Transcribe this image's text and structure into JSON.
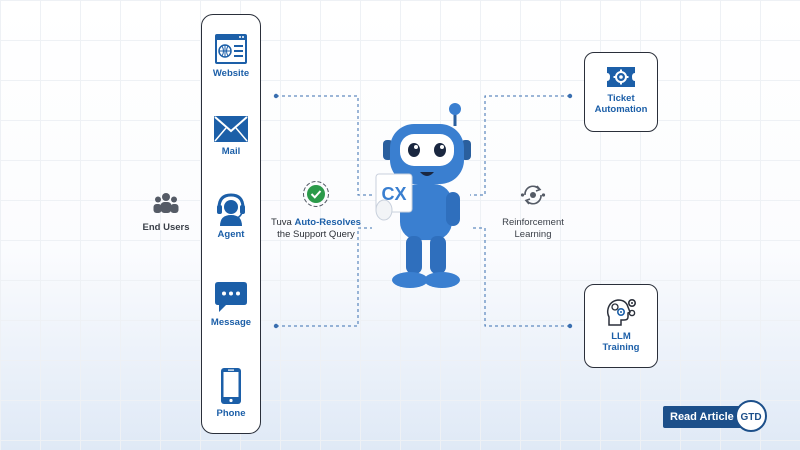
{
  "channels": [
    {
      "label": "Website",
      "icon": "website-icon"
    },
    {
      "label": "Mail",
      "icon": "mail-icon"
    },
    {
      "label": "Agent",
      "icon": "agent-icon"
    },
    {
      "label": "Message",
      "icon": "message-icon"
    },
    {
      "label": "Phone",
      "icon": "phone-icon"
    }
  ],
  "end_users": {
    "label": "End Users",
    "icon": "users-icon"
  },
  "center": {
    "line1_prefix": "Tuva ",
    "line1_highlight": "Auto-Resolves",
    "line2": "the Support Query",
    "robot_badge": "CX"
  },
  "reinforcement": {
    "line1": "Reinforcement",
    "line2": "Learning"
  },
  "outputs": [
    {
      "line1": "Ticket",
      "line2": "Automation",
      "icon": "ticket-gear-icon"
    },
    {
      "line1": "LLM",
      "line2": "Training",
      "icon": "brain-gear-icon"
    }
  ],
  "cta": {
    "label": "Read Article",
    "logo_text": "GTD"
  },
  "colors": {
    "primary": "#1c5fa8",
    "robot": "#3a7fd0",
    "dark": "#1c4f8a"
  }
}
